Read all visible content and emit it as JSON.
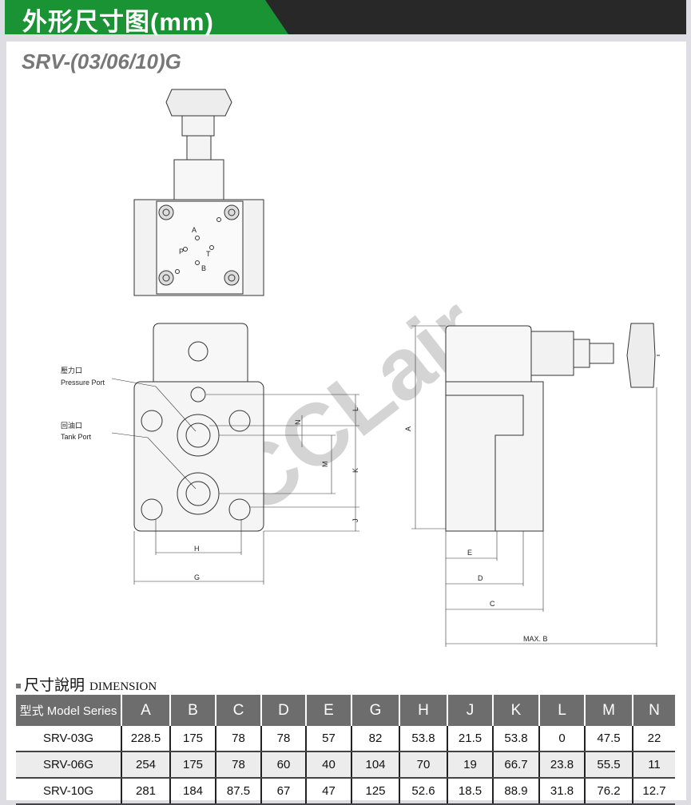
{
  "header": {
    "title": "外形尺寸图(mm)"
  },
  "model_title": "SRV-(03/06/10)G",
  "drawing": {
    "top_view_ports": [
      "A",
      "P",
      "T",
      "B"
    ],
    "pressure_port_cn": "壓力口",
    "pressure_port_en": "Pressure Port",
    "tank_port_cn": "回油口",
    "tank_port_en": "Tank Port",
    "dims_front": [
      "N",
      "L",
      "M",
      "K",
      "J",
      "H",
      "G"
    ],
    "dims_side": [
      "A",
      "E",
      "D",
      "C",
      "MAX. B"
    ],
    "watermark": "CCLair"
  },
  "section": {
    "title_cn": "尺寸說明",
    "title_en": "DIMENSION"
  },
  "table": {
    "headers": [
      "型式 Model Series",
      "A",
      "B",
      "C",
      "D",
      "E",
      "G",
      "H",
      "J",
      "K",
      "L",
      "M",
      "N"
    ],
    "rows": [
      [
        "SRV-03G",
        "228.5",
        "175",
        "78",
        "78",
        "57",
        "82",
        "53.8",
        "21.5",
        "53.8",
        "0",
        "47.5",
        "22"
      ],
      [
        "SRV-06G",
        "254",
        "175",
        "78",
        "60",
        "40",
        "104",
        "70",
        "19",
        "66.7",
        "23.8",
        "55.5",
        "11"
      ],
      [
        "SRV-10G",
        "281",
        "184",
        "87.5",
        "67",
        "47",
        "125",
        "52.6",
        "18.5",
        "88.9",
        "31.8",
        "76.2",
        "12.7"
      ]
    ]
  }
}
